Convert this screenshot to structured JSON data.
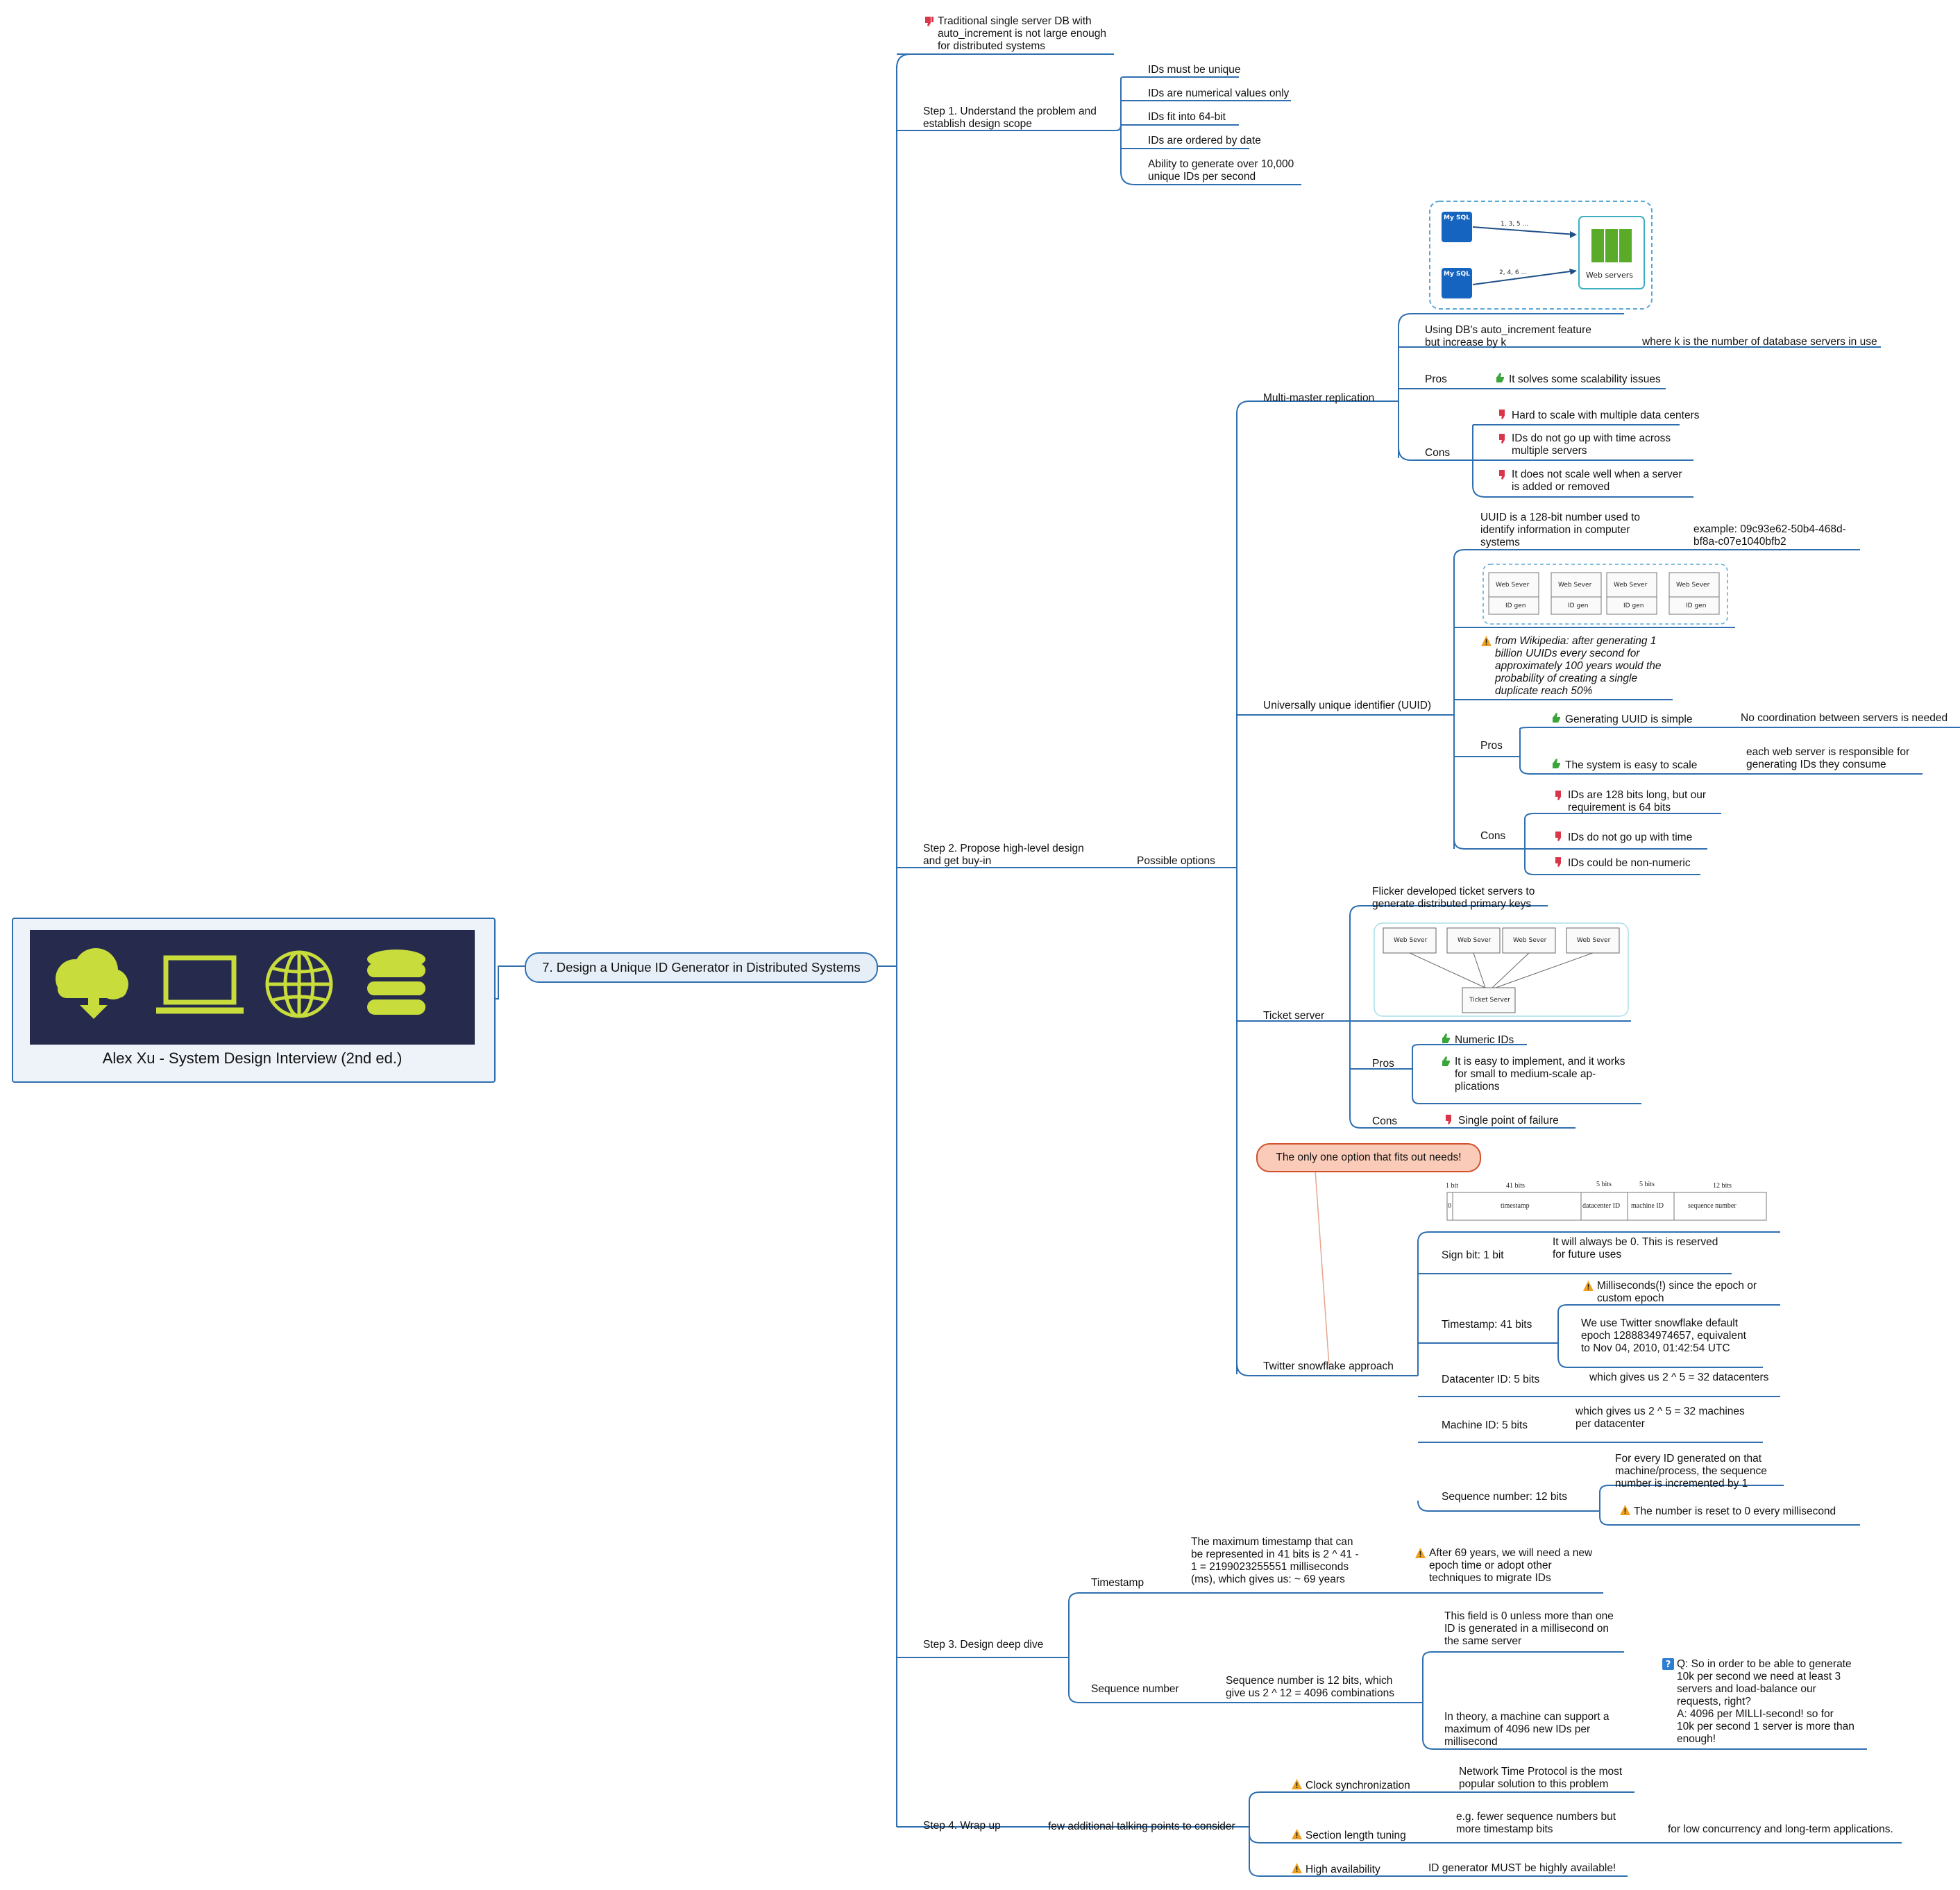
{
  "root": {
    "label": "Alex Xu - System Design Interview (2nd ed.)",
    "icons": [
      "cloud-download-icon",
      "monitor-icon",
      "globe-icon",
      "database-icon"
    ],
    "image_bg": "#262a4d",
    "icon_color": "#c8dc3c"
  },
  "central": {
    "label": "7. Design a Unique ID Generator in Distributed Systems"
  },
  "intro": {
    "text": "Traditional single server DB with\nauto_increment is not large enough\nfor distributed systems"
  },
  "step1": {
    "label": "Step 1. Understand the problem and\nestablish design scope",
    "items": [
      "IDs must be unique",
      "IDs are numerical values only",
      "IDs fit into 64-bit",
      "IDs are ordered by date",
      "Ability to generate over 10,000\nunique IDs per second"
    ]
  },
  "step2": {
    "label": "Step 2. Propose high-level design\nand get buy-in",
    "possible": "Possible options",
    "multimaster": {
      "label": "Multi-master replication",
      "diagram": {
        "db_label": "My SQL",
        "seq1": "1, 3, 5 ...",
        "seq2": "2, 4, 6 ...",
        "servers": "Web servers"
      },
      "using": "Using DB's auto_increment feature\nbut increase by k",
      "where_k": "where k is the number of database servers in use",
      "pros_label": "Pros",
      "pros": [
        "It solves some scalability issues"
      ],
      "cons_label": "Cons",
      "cons": [
        "Hard to scale with multiple data centers",
        "IDs do not go up with time across\nmultiple servers",
        "It does not scale well when a server\nis added or removed"
      ]
    },
    "uuid": {
      "label": "Universally unique identifier (UUID)",
      "def": "UUID is a 128-bit number used to\nidentify information in computer\nsystems",
      "example": "example: 09c93e62-50b4-468d-\nbf8a-c07e1040bfb2",
      "diagram": {
        "web": "Web Sever",
        "gen": "ID gen"
      },
      "wiki": "from Wikipedia: after generating 1\nbillion UUIDs every second for\napproximately 100 years would the\nprobability of creating a single\nduplicate reach 50%",
      "pros_label": "Pros",
      "pros": [
        "Generating UUID is simple",
        "The system is easy to scale"
      ],
      "pros_notes": [
        "No coordination between servers is needed",
        "each web server is responsible for\ngenerating IDs they consume"
      ],
      "cons_label": "Cons",
      "cons": [
        "IDs are 128 bits long, but our\nrequirement is 64 bits",
        "IDs do not go up with time",
        "IDs could be non-numeric"
      ]
    },
    "ticket": {
      "label": "Ticket server",
      "desc": "Flicker developed ticket servers to\ngenerate distributed primary keys",
      "diagram": {
        "web": "Web Sever",
        "ticket": "Ticket Server"
      },
      "pros_label": "Pros",
      "pros": [
        "Numeric IDs",
        "It is easy to implement, and it works\nfor small to medium-scale ap-\nplications"
      ],
      "cons_label": "Cons",
      "cons": [
        "Single point of failure"
      ]
    },
    "snowflake": {
      "label": "Twitter snowflake approach",
      "callout": "The only one option that fits out needs!",
      "layout": {
        "bits": [
          "1 bit",
          "41 bits",
          "5 bits",
          "5 bits",
          "12 bits"
        ],
        "fields": [
          "0",
          "timestamp",
          "datacenter ID",
          "machine ID",
          "sequence number"
        ]
      },
      "sign": {
        "label": "Sign bit: 1 bit",
        "note": "It will always be 0. This is reserved\nfor future uses"
      },
      "timestamp": {
        "label": "Timestamp: 41 bits",
        "warn": "Milliseconds(!) since the epoch or\ncustom epoch",
        "note": "We use Twitter snowflake default\nepoch 1288834974657, equivalent\nto Nov 04, 2010, 01:42:54 UTC"
      },
      "datacenter": {
        "label": "Datacenter ID: 5 bits",
        "note": "which gives us 2 ^ 5 = 32 datacenters"
      },
      "machine": {
        "label": "Machine ID: 5 bits",
        "note": "which gives us 2 ^ 5 = 32 machines\nper datacenter"
      },
      "sequence": {
        "label": "Sequence number: 12 bits",
        "note": "For every ID generated on that\nmachine/process, the sequence\nnumber is incremented by 1",
        "warn": "The number is reset to 0 every millisecond"
      }
    }
  },
  "step3": {
    "label": "Step 3. Design deep dive",
    "timestamp": {
      "label": "Timestamp",
      "note": "The maximum timestamp that can\nbe represented in 41 bits is 2 ^ 41 -\n1 = 2199023255551 milliseconds\n(ms), which gives us: ~ 69 years",
      "warn": "After 69 years, we will need a new\nepoch time or adopt other\ntechniques to migrate IDs"
    },
    "sequence": {
      "label": "Sequence number",
      "note": "Sequence number is 12 bits, which\ngive us 2 ^ 12 = 4096 combinations",
      "field": "This field is 0 unless more than one\nID is generated in a millisecond on\nthe same server",
      "theory": "In theory, a machine can support a\nmaximum of 4096 new IDs per\nmillisecond",
      "qa": "Q: So in order to be able to generate\n10k per second we need at least 3\nservers and load-balance our\nrequests, right?\nA: 4096 per MILLI-second! so for\n10k per second 1 server is more than\nenough!"
    }
  },
  "step4": {
    "label": "Step 4. Wrap up",
    "few": "few additional talking points to consider",
    "clock": {
      "label": "Clock synchronization",
      "note": "Network Time Protocol is the most\npopular solution to this problem"
    },
    "tuning": {
      "label": "Section length tuning",
      "note": "e.g. fewer sequence numbers but\nmore timestamp bits",
      "note2": "for low concurrency and long-term applications."
    },
    "ha": {
      "label": "High availability",
      "note": "ID generator MUST be highly available!"
    }
  },
  "colors": {
    "line": "#2f6fb0",
    "thumb_down": "#d9364a",
    "thumb_up": "#3aa53a",
    "warning": "#f0a020",
    "question": "#2f7fd0",
    "callout_border": "#d3502c",
    "callout_fill": "#f9cbb8",
    "db": "#1565c0",
    "server_green": "#5aab2a"
  }
}
